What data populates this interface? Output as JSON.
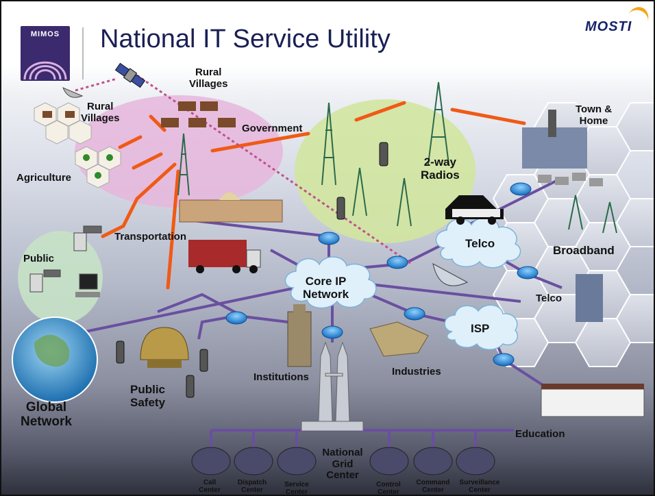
{
  "title": "National IT Service Utility",
  "logos": {
    "left": "MIMOS",
    "right": "MOSTI"
  },
  "labels": {
    "rural_villages_left": "Rural\nVillages",
    "rural_villages_top": "Rural\nVillages",
    "government": "Government",
    "agriculture": "Agriculture",
    "town_home": "Town &\nHome",
    "two_way_radios": "2-way\nRadios",
    "transportation": "Transportation",
    "public": "Public",
    "telco_top": "Telco",
    "broadband": "Broadband",
    "core_ip": "Core IP\nNetwork",
    "telco_right": "Telco",
    "isp": "ISP",
    "institutions": "Institutions",
    "industries": "Industries",
    "public_safety": "Public\nSafety",
    "global_network": "Global\nNetwork",
    "education": "Education",
    "national_grid": "National\nGrid\nCenter"
  },
  "centers": [
    "Call\nCenter",
    "Dispatch\nCenter",
    "Service\nCenter",
    "Control\nCenter",
    "Command\nCenter",
    "Surveillance\nCenter"
  ],
  "colors": {
    "link": "#6a4fa0",
    "radio": "#f05a16",
    "satellite": "#c0508a",
    "rural_zone": "#e6b6dc",
    "radio_zone": "#d2e6a0",
    "public_zone": "#c6e2c6",
    "title": "#1a1f55",
    "cloud": "#dff0fb",
    "router": "#2a8fd8"
  },
  "icons": [
    "satellite-icon",
    "router-icon",
    "cell-tower-icon",
    "mobile-phone-icon",
    "satellite-dish-icon",
    "cctv-camera-icon",
    "globe-icon",
    "twin-towers-icon",
    "truck-icon",
    "police-car-icon",
    "operator-console-icon"
  ]
}
